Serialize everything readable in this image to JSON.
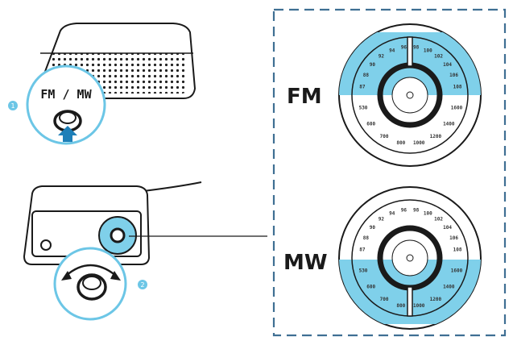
{
  "steps": {
    "step1": {
      "number": "1",
      "button_label": "FM / MW"
    },
    "step2": {
      "number": "2"
    }
  },
  "dials": {
    "fm": {
      "band_label": "FM",
      "scale_top": [
        "87",
        "88",
        "90",
        "92",
        "94",
        "96",
        "98",
        "100",
        "102",
        "104",
        "106",
        "108"
      ],
      "scale_bottom": [
        "530",
        "600",
        "700",
        "800",
        "1000",
        "1200",
        "1400",
        "1600"
      ]
    },
    "mw": {
      "band_label": "MW",
      "scale_top": [
        "87",
        "88",
        "90",
        "92",
        "94",
        "96",
        "98",
        "100",
        "102",
        "104",
        "106",
        "108"
      ],
      "scale_bottom": [
        "530",
        "600",
        "700",
        "800",
        "1000",
        "1200",
        "1400",
        "1600"
      ]
    }
  },
  "colors": {
    "band_highlight": "#7fd0ea",
    "step_badge": "#6cc6e6",
    "line": "#1a1a1a",
    "dash": "#3f6f93"
  }
}
